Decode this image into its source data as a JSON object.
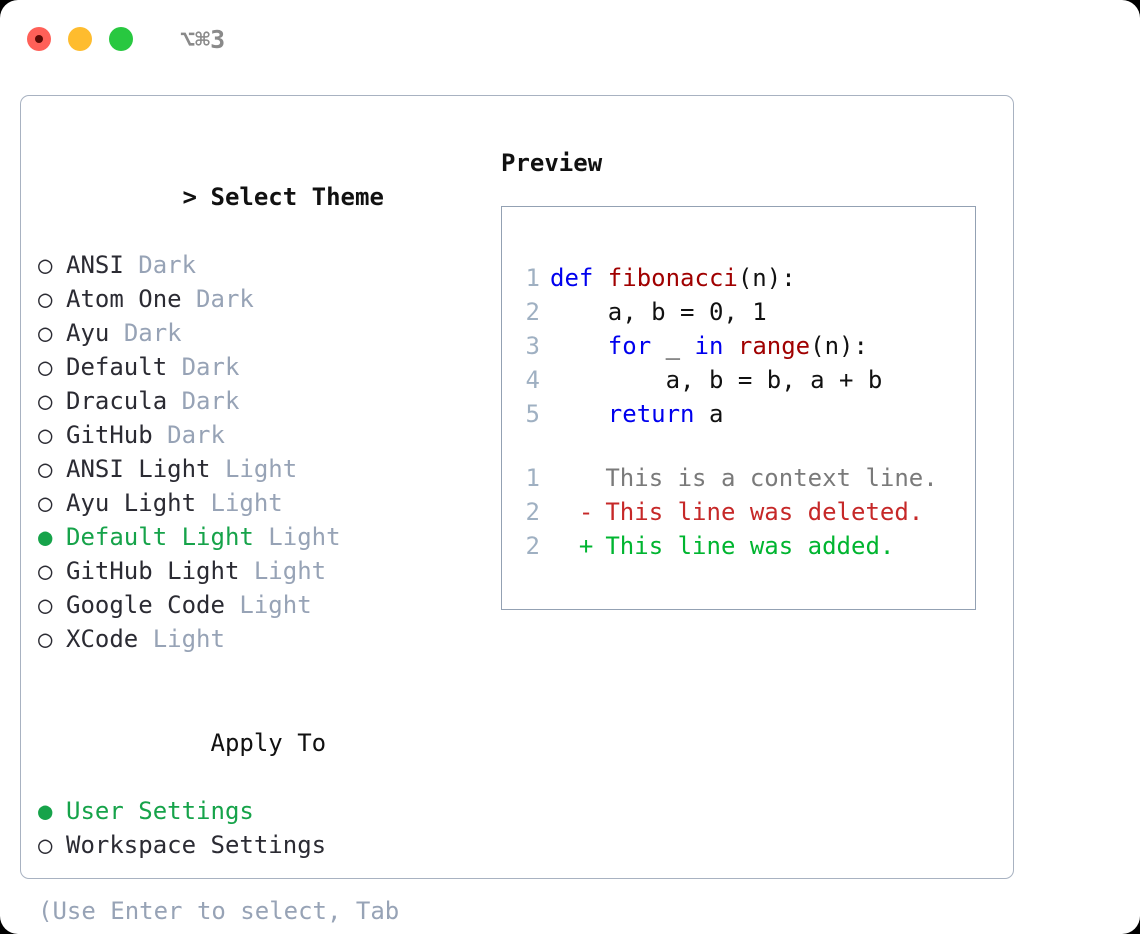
{
  "titlebar": {
    "shortcut": "⌥⌘3",
    "buttons": [
      {
        "name": "close",
        "color": "#ff6058"
      },
      {
        "name": "minimize",
        "color": "#febc2e"
      },
      {
        "name": "maximize",
        "color": "#28c840"
      }
    ]
  },
  "colors": {
    "selected_green": "#16a34a",
    "muted_gray": "#97a3b6",
    "panel_border": "#a8b2c1",
    "preview_border": "#93a1b3",
    "keyword_blue": "#0000ee",
    "function_red": "#a00000",
    "diff_add_green": "#00b530",
    "diff_del_red": "#c62828",
    "diff_ctx_gray": "#7a7a7a",
    "lineno_gray": "#9fb0c2"
  },
  "theme_list": {
    "header": "Select Theme",
    "header_marker": ">",
    "marker_selected": "●",
    "marker_unselected": "○",
    "items": [
      {
        "label": "ANSI",
        "suffix": "Dark",
        "selected": false
      },
      {
        "label": "Atom One",
        "suffix": "Dark",
        "selected": false
      },
      {
        "label": "Ayu",
        "suffix": "Dark",
        "selected": false
      },
      {
        "label": "Default",
        "suffix": "Dark",
        "selected": false
      },
      {
        "label": "Dracula",
        "suffix": "Dark",
        "selected": false
      },
      {
        "label": "GitHub",
        "suffix": "Dark",
        "selected": false
      },
      {
        "label": "ANSI Light",
        "suffix": "Light",
        "selected": false
      },
      {
        "label": "Ayu Light",
        "suffix": "Light",
        "selected": false
      },
      {
        "label": "Default Light",
        "suffix": "Light",
        "selected": true
      },
      {
        "label": "GitHub Light",
        "suffix": "Light",
        "selected": false
      },
      {
        "label": "Google Code",
        "suffix": "Light",
        "selected": false
      },
      {
        "label": "XCode",
        "suffix": "Light",
        "selected": false
      }
    ]
  },
  "apply_to": {
    "header": "Apply To",
    "items": [
      {
        "label": "User Settings",
        "selected": true
      },
      {
        "label": "Workspace Settings",
        "selected": false
      }
    ]
  },
  "hint": "(Use Enter to select, Tab to change focus)",
  "preview": {
    "title": "Preview",
    "code_lines": [
      {
        "no": "1",
        "tokens": [
          {
            "text": "def ",
            "type": "kw"
          },
          {
            "text": "fibonacci",
            "type": "fn"
          },
          {
            "text": "(n):",
            "type": "plain"
          }
        ]
      },
      {
        "no": "2",
        "tokens": [
          {
            "text": "    a, b = 0, 1",
            "type": "plain"
          }
        ]
      },
      {
        "no": "3",
        "tokens": [
          {
            "text": "    ",
            "type": "plain"
          },
          {
            "text": "for",
            "type": "kw"
          },
          {
            "text": " _ ",
            "type": "plain"
          },
          {
            "text": "in",
            "type": "kw"
          },
          {
            "text": " ",
            "type": "plain"
          },
          {
            "text": "range",
            "type": "fn"
          },
          {
            "text": "(n):",
            "type": "plain"
          }
        ]
      },
      {
        "no": "4",
        "tokens": [
          {
            "text": "        a, b = b, a + b",
            "type": "plain"
          }
        ]
      },
      {
        "no": "5",
        "tokens": [
          {
            "text": "    ",
            "type": "plain"
          },
          {
            "text": "return",
            "type": "kw"
          },
          {
            "text": " a",
            "type": "plain"
          }
        ]
      }
    ],
    "diff_lines": [
      {
        "no": "1",
        "sign": " ",
        "text": "This is a context line.",
        "kind": "ctx"
      },
      {
        "no": "2",
        "sign": "-",
        "text": "This line was deleted.",
        "kind": "del"
      },
      {
        "no": "2",
        "sign": "+",
        "text": "This line was added.",
        "kind": "add"
      }
    ]
  }
}
